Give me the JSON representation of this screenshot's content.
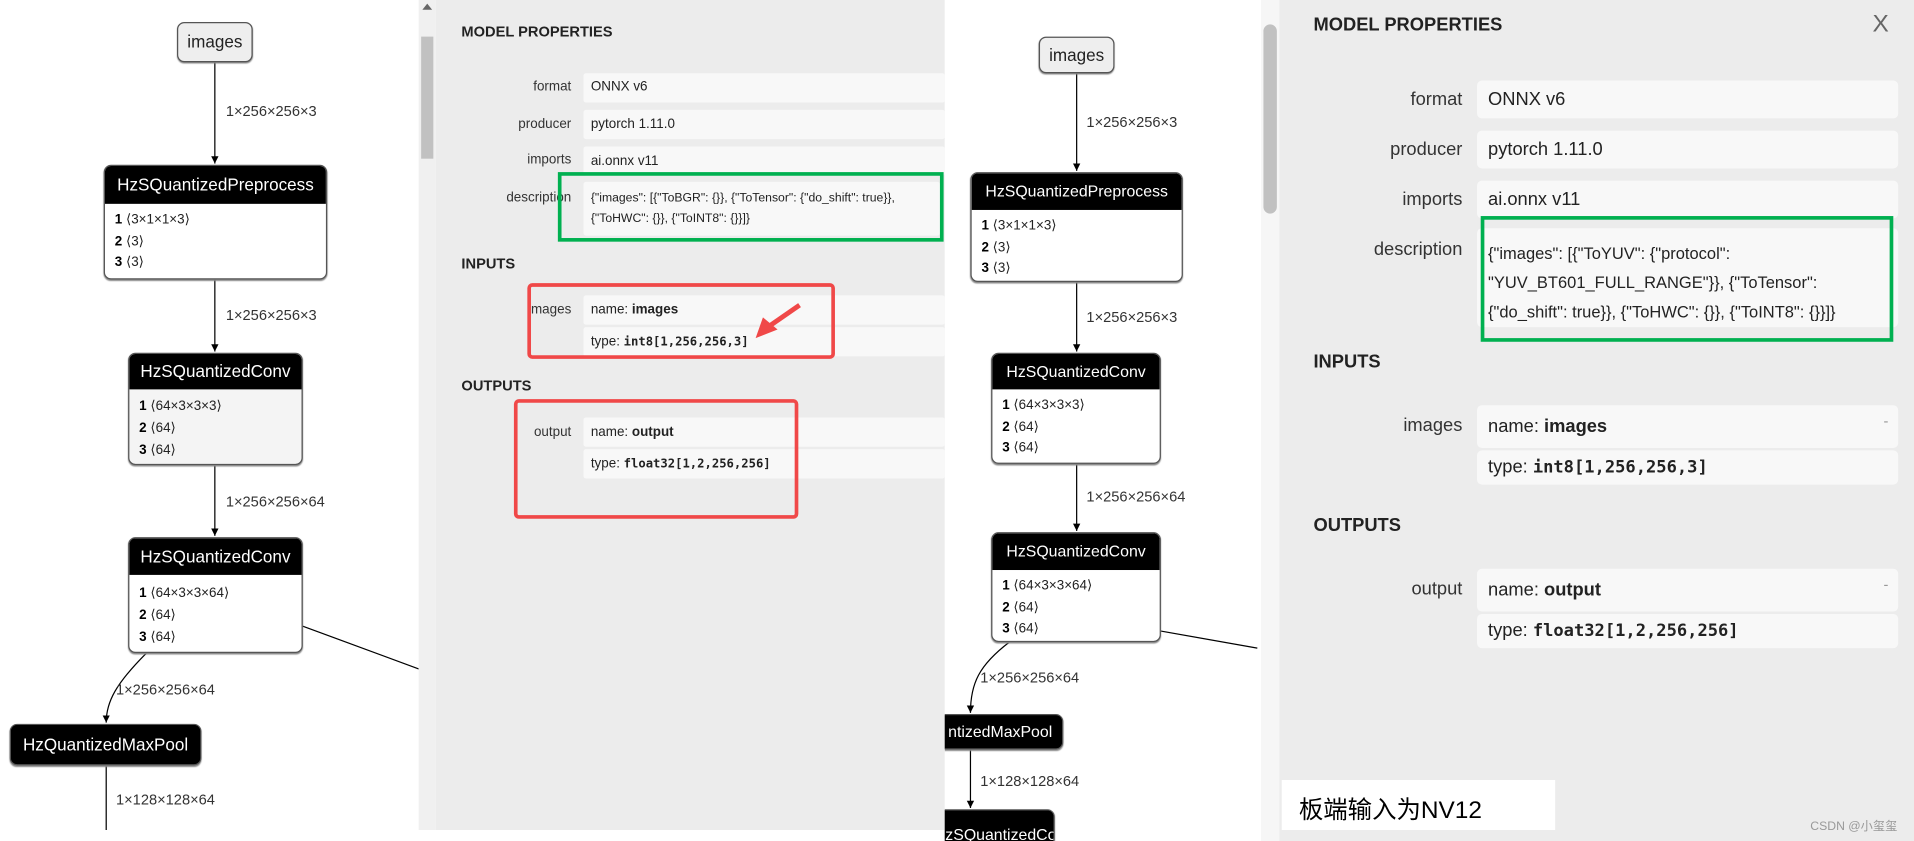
{
  "left": {
    "graph": {
      "input_node": "images",
      "nodes": [
        {
          "title": "HzSQuantizedPreprocess",
          "rows": [
            {
              "n": "1",
              "v": "⟨3×1×1×3⟩"
            },
            {
              "n": "2",
              "v": "⟨3⟩"
            },
            {
              "n": "3",
              "v": "⟨3⟩"
            }
          ]
        },
        {
          "title": "HzSQuantizedConv",
          "rows": [
            {
              "n": "1",
              "v": "⟨64×3×3×3⟩"
            },
            {
              "n": "2",
              "v": "⟨64⟩"
            },
            {
              "n": "3",
              "v": "⟨64⟩"
            }
          ]
        },
        {
          "title": "HzSQuantizedConv",
          "rows": [
            {
              "n": "1",
              "v": "⟨64×3×3×64⟩"
            },
            {
              "n": "2",
              "v": "⟨64⟩"
            },
            {
              "n": "3",
              "v": "⟨64⟩"
            }
          ]
        },
        {
          "title": "HzQuantizedMaxPool"
        }
      ],
      "edges": [
        "1×256×256×3",
        "1×256×256×3",
        "1×256×256×64",
        "1×256×256×64",
        "1×128×128×64"
      ]
    },
    "properties": {
      "title": "MODEL PROPERTIES",
      "format_label": "format",
      "format": "ONNX v6",
      "producer_label": "producer",
      "producer": "pytorch 1.11.0",
      "imports_label": "imports",
      "imports": "ai.onnx v11",
      "description_label": "description",
      "description": "{\"images\": [{\"ToBGR\": {}}, {\"ToTensor\": {\"do_shift\": true}}, {\"ToHWC\": {}}, {\"ToINT8\": {}}]}",
      "inputs_title": "INPUTS",
      "input": {
        "label": "images",
        "name_key": "name: ",
        "name": "images",
        "type_key": "type: ",
        "type": "int8[1,256,256,3]"
      },
      "outputs_title": "OUTPUTS",
      "output": {
        "label": "output",
        "name_key": "name: ",
        "name": "output",
        "type_key": "type: ",
        "type": "float32[1,2,256,256]"
      }
    }
  },
  "right": {
    "graph": {
      "input_node": "images",
      "nodes": [
        {
          "title": "HzSQuantizedPreprocess",
          "rows": [
            {
              "n": "1",
              "v": "⟨3×1×1×3⟩"
            },
            {
              "n": "2",
              "v": "⟨3⟩"
            },
            {
              "n": "3",
              "v": "⟨3⟩"
            }
          ]
        },
        {
          "title": "HzSQuantizedConv",
          "rows": [
            {
              "n": "1",
              "v": "⟨64×3×3×3⟩"
            },
            {
              "n": "2",
              "v": "⟨64⟩"
            },
            {
              "n": "3",
              "v": "⟨64⟩"
            }
          ]
        },
        {
          "title": "HzSQuantizedConv",
          "rows": [
            {
              "n": "1",
              "v": "⟨64×3×3×64⟩"
            },
            {
              "n": "2",
              "v": "⟨64⟩"
            },
            {
              "n": "3",
              "v": "⟨64⟩"
            }
          ]
        },
        {
          "title": "ntizedMaxPool"
        },
        {
          "title": "HzSQuantizedConv"
        }
      ],
      "edges": [
        "1×256×256×3",
        "1×256×256×3",
        "1×256×256×64",
        "1×256×256×64",
        "1×128×128×64"
      ]
    },
    "properties": {
      "title": "MODEL PROPERTIES",
      "close": "X",
      "format_label": "format",
      "format": "ONNX v6",
      "producer_label": "producer",
      "producer": "pytorch 1.11.0",
      "imports_label": "imports",
      "imports": "ai.onnx v11",
      "description_label": "description",
      "description": "{\"images\": [{\"ToYUV\": {\"protocol\": \"YUV_BT601_FULL_RANGE\"}}, {\"ToTensor\": {\"do_shift\": true}}, {\"ToHWC\": {}}, {\"ToINT8\": {}}]}",
      "inputs_title": "INPUTS",
      "input": {
        "label": "images",
        "name_key": "name: ",
        "name": "images",
        "type_key": "type: ",
        "type": "int8[1,256,256,3]",
        "expand": "-"
      },
      "outputs_title": "OUTPUTS",
      "output": {
        "label": "output",
        "name_key": "name: ",
        "name": "output",
        "type_key": "type: ",
        "type": "float32[1,2,256,256]",
        "expand": "-"
      }
    }
  },
  "annotation": "板端输入为NV12",
  "watermark": "CSDN @小玺玺",
  "colors": {
    "highlight_green": "#00b050",
    "highlight_red": "#f04848"
  }
}
